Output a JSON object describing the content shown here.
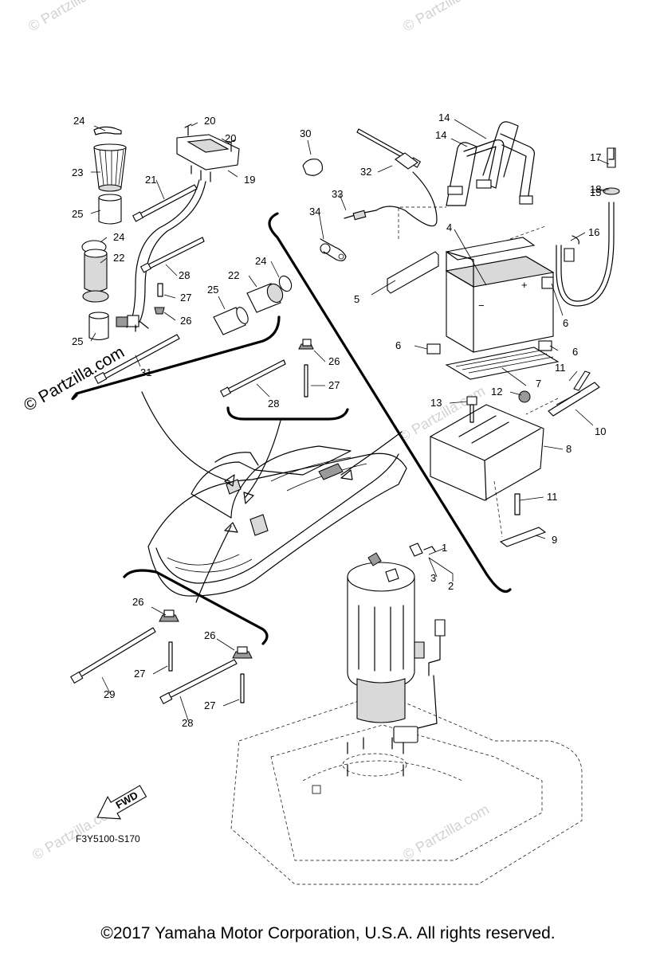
{
  "diagram": {
    "code": "F3Y5100-S170",
    "copyright": "©2017  Yamaha Motor Corporation, U.S.A. All rights reserved.",
    "watermark": "© Partzilla.com",
    "corner_watermark": "© Partzilla.com",
    "fwd_label": "FWD"
  },
  "callouts": [
    "1",
    "2",
    "3",
    "4",
    "5",
    "6",
    "7",
    "8",
    "9",
    "10",
    "11",
    "12",
    "13",
    "14",
    "15",
    "16",
    "17",
    "18",
    "19",
    "20",
    "21",
    "22",
    "23",
    "24",
    "25",
    "26",
    "27",
    "28",
    "29",
    "30",
    "31",
    "32",
    "33",
    "34"
  ]
}
